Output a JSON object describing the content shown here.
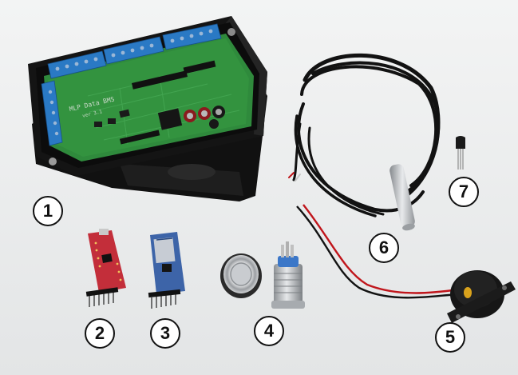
{
  "labels": [
    {
      "text": "1"
    },
    {
      "text": "2"
    },
    {
      "text": "3"
    },
    {
      "text": "4"
    },
    {
      "text": "5"
    },
    {
      "text": "6"
    },
    {
      "text": "7"
    }
  ],
  "board": {
    "title": "MLP Data BMS",
    "version": "ver 3.1"
  },
  "colors": {
    "background": "#eceeee",
    "pcb_green": "#2f8a3c",
    "terminal_blue": "#2a79c4",
    "enclosure_black": "#161616",
    "ftdi_red": "#c32e3a",
    "bt_blue": "#3d64a8",
    "steel": "#b9bcbf",
    "cable_black": "#121212",
    "wire_red": "#c0151b"
  },
  "icons": [
    "controller-board-icon",
    "usb-serial-adapter-icon",
    "bluetooth-module-icon",
    "push-button-switch-icon",
    "piezo-buzzer-icon",
    "temperature-probe-icon",
    "transistor-sensor-icon"
  ]
}
